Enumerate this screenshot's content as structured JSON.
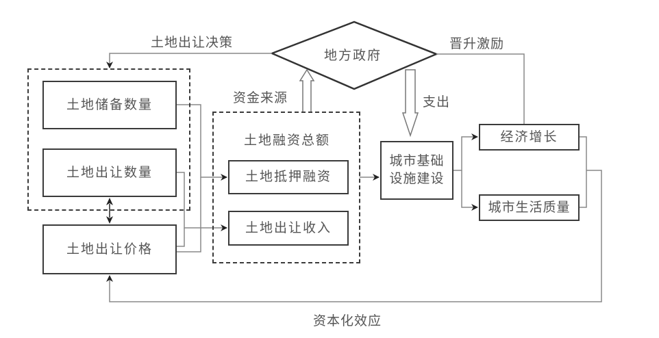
{
  "nodes": {
    "local_government": "地方政府",
    "land_reserve_quantity": "土地储备数量",
    "land_transfer_quantity": "土地出让数量",
    "land_transfer_price": "土地出让价格",
    "land_financing_total": "土地融资总额",
    "land_mortgage_financing": "土地抵押融资",
    "land_transfer_revenue": "土地出让收入",
    "urban_infrastructure_line1": "城市基础",
    "urban_infrastructure_line2": "设施建设",
    "economic_growth": "经济增长",
    "urban_life_quality": "城市生活质量"
  },
  "edges": {
    "land_transfer_decision": "土地出让决策",
    "funding_source": "资金来源",
    "expenditure": "支出",
    "promotion_incentive": "晋升激励",
    "capitalization_effect": "资本化效应"
  }
}
